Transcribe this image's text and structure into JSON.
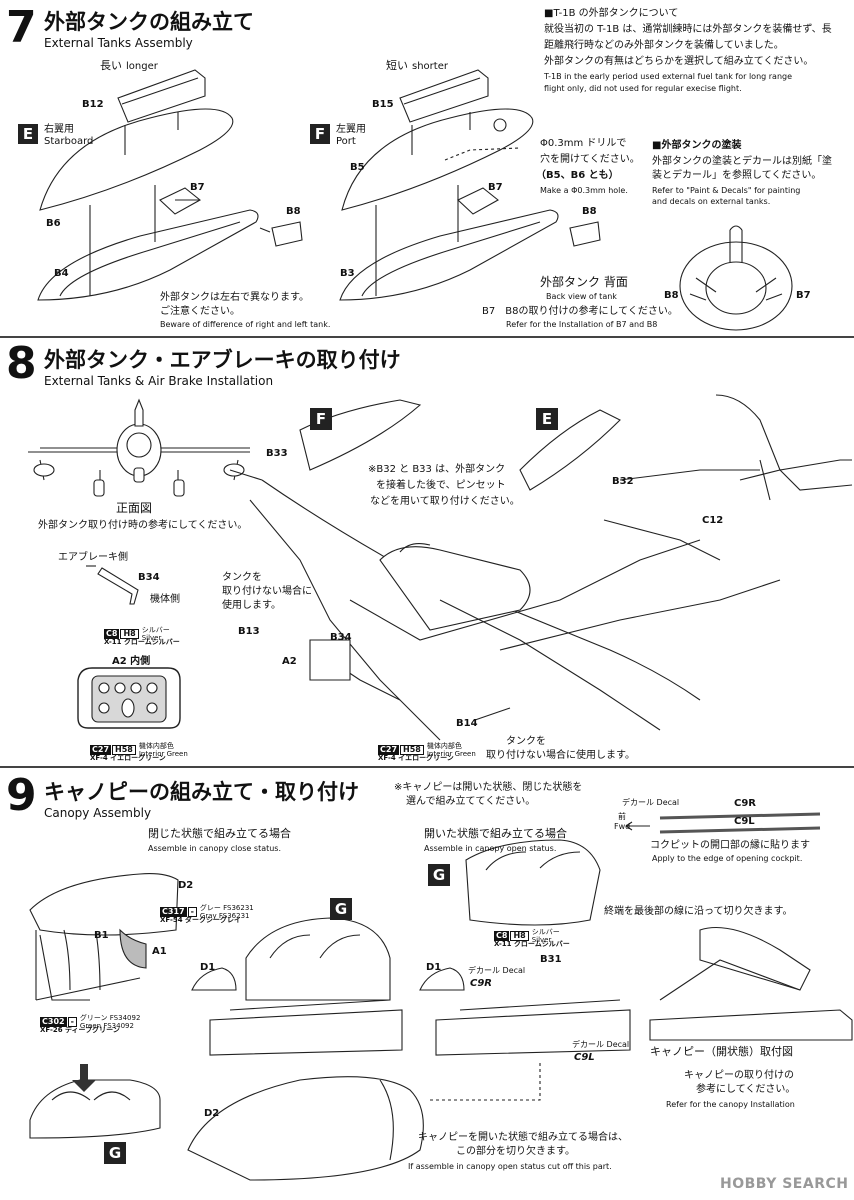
{
  "step7": {
    "number": "7",
    "title_jp": "外部タンクの組み立て",
    "title_en": "External Tanks Assembly",
    "long_jp": "長い",
    "long_en": "longer",
    "short_jp": "短い",
    "short_en": "shorter",
    "badge_e": "E",
    "badge_f": "F",
    "starboard_jp": "右翼用",
    "starboard_en": "Starboard",
    "port_jp": "左翼用",
    "port_en": "Port",
    "parts": {
      "b12": "B12",
      "b6": "B6",
      "b4": "B4",
      "b7a": "B7",
      "b8a": "B8",
      "b15": "B15",
      "b5": "B5",
      "b3": "B3",
      "b7b": "B7",
      "b8b": "B8",
      "b8c": "B8",
      "b7c": "B7"
    },
    "note_title": "■T-1B の外部タンクについて",
    "note_l1": "就役当初の T-1B は、通常訓練時には外部タンクを装備せず、長",
    "note_l2": "距離飛行時などのみ外部タンクを装備していました。",
    "note_l3": "外部タンクの有無はどちらかを選択して組み立てください。",
    "note_en1": "T-1B in the early period used external fuel tank for long range",
    "note_en2": "flight only, did not used for regular execise flight.",
    "drill_l1": "Φ0.3mm ドリルで",
    "drill_l2": "穴を開けてください。",
    "drill_l3": "（B5、B6 とも）",
    "drill_en": "Make a Φ0.3mm hole.",
    "paint_title": "■外部タンクの塗装",
    "paint_l1": "外部タンクの塗装とデカールは別紙「塗",
    "paint_l2": "装とデカール」を参照してください。",
    "paint_en1": "Refer to \"Paint & Decals\" for painting",
    "paint_en2": "and decals on external tanks.",
    "back_view_jp": "外部タンク 背面",
    "back_view_en": "Back view of tank",
    "b7_ref_jp": "B7　B8の取り付けの参考にしてください。",
    "b7_ref_en": "Refer for the Installation of B7 and B8",
    "diff_jp1": "外部タンクは左右で異なります。",
    "diff_jp2": "ご注意ください。",
    "diff_en": "Beware of difference of right and left tank."
  },
  "step8": {
    "number": "8",
    "title_jp": "外部タンク・エアブレーキの取り付け",
    "title_en": "External Tanks & Air Brake Installation",
    "front_view_jp": "正面図",
    "front_view_note": "外部タンク取り付け時の参考にしてください。",
    "airbrake_side": "エアブレーキ側",
    "body_side": "機体側",
    "b34": "B34",
    "chip1_code": "C8",
    "chip1_h": "H8",
    "chip1_name": "シルバー",
    "chip1_en": "Silver",
    "chip1_sub": "X-11 クロームシルバー",
    "a2_inner": "A2 内側",
    "chip2_code": "C27",
    "chip2_h": "H58",
    "chip2_name": "機体内部色",
    "chip2_en": "Interior Green",
    "chip2_sub": "XF-4 イエローグリーン",
    "chip3_code": "C27",
    "chip3_h": "H58",
    "chip3_name": "機体内部色",
    "chip3_en": "Interior Green",
    "chip3_sub": "XF-4 イエローグリーン",
    "badge_f": "F",
    "badge_e": "E",
    "b33": "B33",
    "b32": "B32",
    "c12": "C12",
    "b13": "B13",
    "b34b": "B34",
    "a2": "A2",
    "b14": "B14",
    "pin_note1": "※B32 と B33 は、外部タンク",
    "pin_note2": "を接着した後で、ピンセット",
    "pin_note3": "などを用いて取り付けください。",
    "tank_note1": "タンクを",
    "tank_note2": "取り付けない場合に",
    "tank_note3": "使用します。",
    "tank_note_b1": "タンクを",
    "tank_note_b2": "取り付けない場合に使用します。"
  },
  "step9": {
    "number": "9",
    "title_jp": "キャノピーの組み立て・取り付け",
    "title_en": "Canopy Assembly",
    "select_note1": "※キャノピーは開いた状態、閉じた状態を",
    "select_note2": "選んで組み立ててください。",
    "closed_jp": "閉じた状態で組み立てる場合",
    "closed_en": "Assemble in canopy close status.",
    "open_jp": "開いた状態で組み立てる場合",
    "open_en": "Assemble in canopy open status.",
    "decal_jp": "デカール",
    "decal_en": "Decal",
    "front_jp": "前",
    "front_en": "Fwd",
    "c9r": "C9R",
    "c9l": "C9L",
    "cockpit_note_jp": "コクピットの開口部の縁に貼ります",
    "cockpit_note_en": "Apply to the edge of opening cockpit.",
    "d2": "D2",
    "b1": "B1",
    "a1": "A1",
    "d1": "D1",
    "d1b": "D1",
    "b31": "B31",
    "d2b": "D2",
    "badge_g1": "G",
    "badge_g2": "G",
    "badge_g3": "G",
    "chip_grey_code": "C317",
    "chip_grey_h": "-",
    "chip_grey_name": "グレー FS36231",
    "chip_grey_en": "Gray FS36231",
    "chip_grey_sub": "XF-54 ダークシーグレイ",
    "chip_green_code": "C302",
    "chip_green_h": "-",
    "chip_green_name": "グリーン FS34092",
    "chip_green_en": "Green FS34092",
    "chip_green_sub": "XF-26 ディープグリーン",
    "chip_silver_code": "C8",
    "chip_silver_h": "H8",
    "chip_silver_name": "シルバー",
    "chip_silver_en": "Silver",
    "chip_silver_sub": "X-11 クロームシルバー",
    "cut_note": "終端を最後部の線に沿って切り欠きます。",
    "decal_c9r_jp": "デカール",
    "decal_c9r_en": "Decal",
    "decal_c9r": "C9R",
    "decal_c9l_jp": "デカール",
    "decal_c9l_en": "Decal",
    "decal_c9l": "C9L",
    "open_install_jp": "キャノピー（開状態）取付図",
    "open_install_note1": "キャノピーの取り付けの",
    "open_install_note2": "参考にしてください。",
    "open_install_en": "Refer for the  canopy Installation",
    "cutout_jp1": "キャノピーを開いた状態で組み立てる場合は、",
    "cutout_jp2": "この部分を切り欠きます。",
    "cutout_en": "If assemble in canopy open status cut off this part."
  },
  "watermark": "HOBBY SEARCH"
}
